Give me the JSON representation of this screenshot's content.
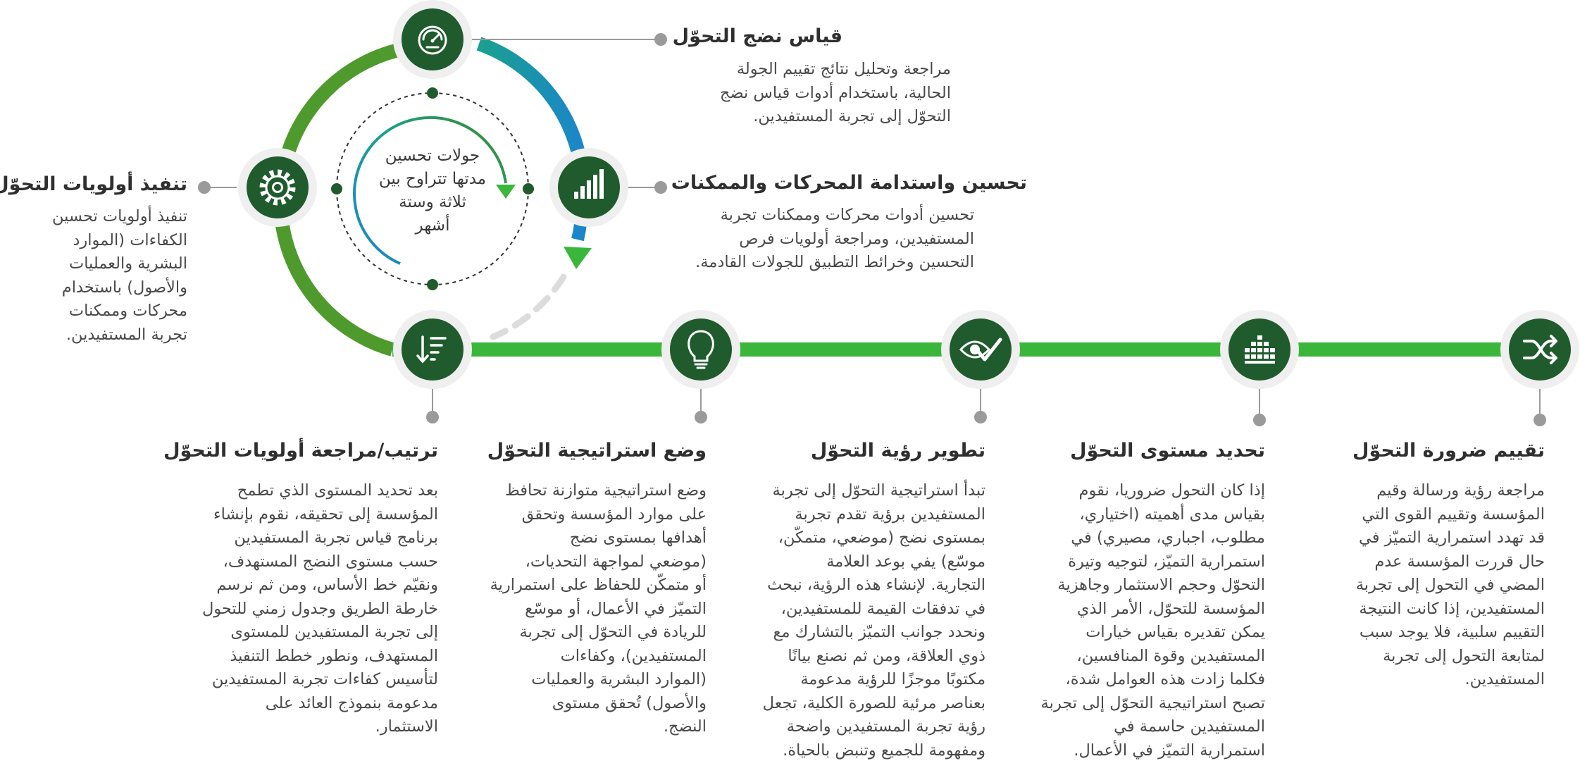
{
  "colors": {
    "dark_green": "#1f5b2c",
    "bright_green": "#3ab73a",
    "mid_green": "#4f9a2d",
    "teal": "#1b9a9a",
    "blue": "#1b86c9",
    "connector_gray": "#9a9a9a",
    "dashed_gray": "#dcdcdc",
    "halo": "#efefef"
  },
  "center": {
    "lines": [
      "جولات تحسين",
      "مدتها تتراوح بين",
      "ثلاثة وستة",
      "أشهر"
    ]
  },
  "cycle": [
    {
      "icon": "gauge-icon",
      "title": "قياس نضج التحوّل",
      "lines": [
        "مراجعة وتحليل نتائج تقييم الجولة",
        "الحالية، باستخدام أدوات قياس نضج",
        "التحوّل إلى تجربة المستفيدين."
      ]
    },
    {
      "icon": "bar-chart-icon",
      "title": "تحسين واستدامة المحركات والممكنات",
      "lines": [
        "تحسين أدوات محركات وممكنات تجربة",
        "المستفيدين، ومراجعة أولويات فرص",
        "التحسين وخرائط التطبيق للجولات القادمة."
      ]
    },
    {
      "icon": "gear-icon",
      "title": "تنفيذ أولويات التحوّل",
      "lines": [
        "تنفيذ أولويات تحسين",
        "الكفاءات (الموارد",
        "البشرية والعمليات",
        "والأصول) باستخدام",
        "محركات وممكنات",
        "تجربة المستفيدين."
      ]
    }
  ],
  "steps": [
    {
      "icon": "shuffle-icon",
      "title": "تقييم ضرورة التحوّل",
      "lines": [
        "مراجعة رؤية ورسالة وقيم",
        "المؤسسة وتقييم القوى التي",
        "قد تهدد استمرارية التميّز في",
        "حال قررت المؤسسة عدم",
        "المضي في التحول إلى تجربة",
        "المستفيدين، إذا كانت النتيجة",
        "التقييم سلبية، فلا يوجد سبب",
        "لمتابعة التحول إلى تجربة",
        "المستفيدين."
      ]
    },
    {
      "icon": "levels-chart-icon",
      "title": "تحديد مستوى التحوّل",
      "lines": [
        "إذا كان التحول ضروريا، نقوم",
        "بقياس مدى أهميته (اختياري،",
        "مطلوب، اجباري، مصيري) في",
        "استمرارية التميّز، لتوجيه وتيرة",
        "التحوّل وحجم الاستثمار وجاهزية",
        "المؤسسة للتحوّل، الأمر الذي",
        "يمكن تقديره بقياس خيارات",
        "المستفيدين وقوة المنافسين،",
        "فكلما زادت هذه العوامل شدة،",
        "تصبح استراتيجية التحوّل إلى تجربة",
        "المستفيدين حاسمة في",
        "استمرارية التميّز في الأعمال."
      ]
    },
    {
      "icon": "eye-check-icon",
      "title": "تطوير رؤية التحوّل",
      "lines": [
        "تبدأ استراتيجية التحوّل إلى تجربة",
        "المستفيدين برؤية تقدم تجربة",
        "بمستوى نضج (موضعي، متمكّن،",
        "موسّع) يفي بوعد العلامة",
        "التجارية. لإنشاء هذه الرؤية، نبحث",
        "في تدفقات القيمة للمستفيدين،",
        "ونحدد جوانب التميّز بالتشارك مع",
        "ذوي العلاقة، ومن ثم نصنع بيانًا",
        "مكتوبًا موجزًا للرؤية مدعومة",
        "بعناصر مرئية للصورة الكلية، تجعل",
        "رؤية تجربة المستفيدين واضحة",
        "ومفهومة للجميع وتنبض بالحياة."
      ]
    },
    {
      "icon": "lightbulb-icon",
      "title": "وضع استراتيجية التحوّل",
      "lines": [
        "وضع استراتيجية متوازنة تحافظ",
        "على موارد المؤسسة وتحقق",
        "أهدافها بمستوى نضج",
        "(موضعي لمواجهة التحديات،",
        "أو متمكّن للحفاظ على استمرارية",
        "التميّز في الأعمال، أو موسّع",
        "للريادة في التحوّل إلى تجربة",
        "المستفيدين)، وكفاءات",
        "(الموارد البشرية والعمليات",
        "والأصول) تُحقق مستوى",
        "النضج."
      ]
    },
    {
      "icon": "sort-priority-icon",
      "title": "ترتيب/مراجعة أولويات التحوّل",
      "lines": [
        "بعد تحديد المستوى الذي تطمح",
        "المؤسسة إلى تحقيقه، نقوم بإنشاء",
        "برنامج قياس تجربة المستفيدين",
        "حسب مستوى النضج المستهدف،",
        "ونقيّم خط الأساس، ومن ثم نرسم",
        "خارطة الطريق وجدول زمني للتحول",
        "إلى تجربة المستفيدين للمستوى",
        "المستهدف، ونطور خطط التنفيذ",
        "لتأسيس كفاءات تجربة المستفيدين",
        "مدعومة بنموذج العائد على",
        "الاستثمار."
      ]
    }
  ]
}
